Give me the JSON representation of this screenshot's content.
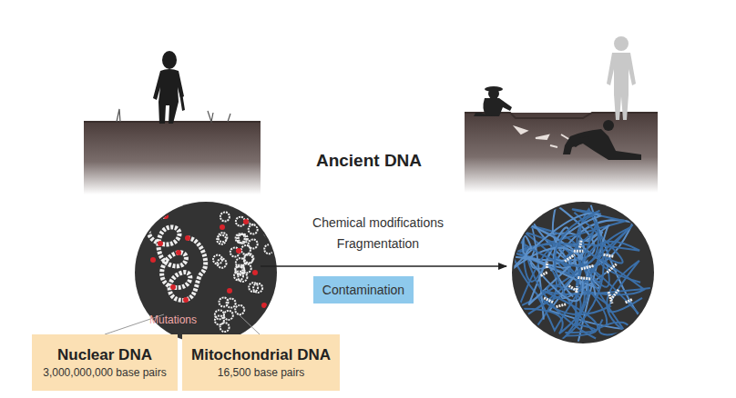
{
  "diagram": {
    "title": "Ancient DNA",
    "nodes": [
      {
        "text": [
          "Nuclear DNA",
          "3,000,000,000 base pairs"
        ]
      },
      {
        "text": [
          "Mitochondrial DNA",
          "16,500 base pairs"
        ]
      },
      {
        "text": [
          "Contamination"
        ]
      }
    ],
    "labels": [
      "Chemical modifications",
      "Fragmentation",
      "Mutations"
    ]
  }
}
